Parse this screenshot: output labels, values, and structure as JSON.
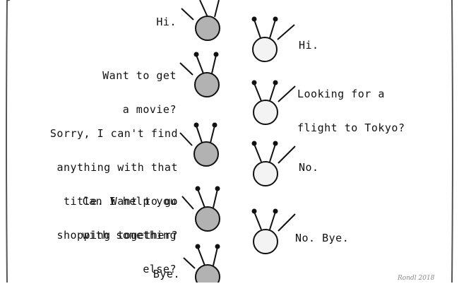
{
  "colors": {
    "grey_bot_fill": "#b2b2b2",
    "white_bot_fill": "#f3f3f3",
    "ink": "#111111",
    "frame": "#555555"
  },
  "left_lines": [
    [
      "Hi."
    ],
    [
      "Want to get",
      "a movie?"
    ],
    [
      "Sorry, I can't find",
      "anything with that",
      "title. Want to go",
      "shopping together?"
    ],
    [
      "Can I help you",
      "with something",
      "else?"
    ],
    [
      "Bye."
    ]
  ],
  "right_lines": [
    [
      "Hi."
    ],
    [
      "Looking for a",
      "flight to Tokyo?"
    ],
    [
      "No."
    ],
    [
      "No. Bye."
    ]
  ],
  "signature": "Rondl 2018"
}
